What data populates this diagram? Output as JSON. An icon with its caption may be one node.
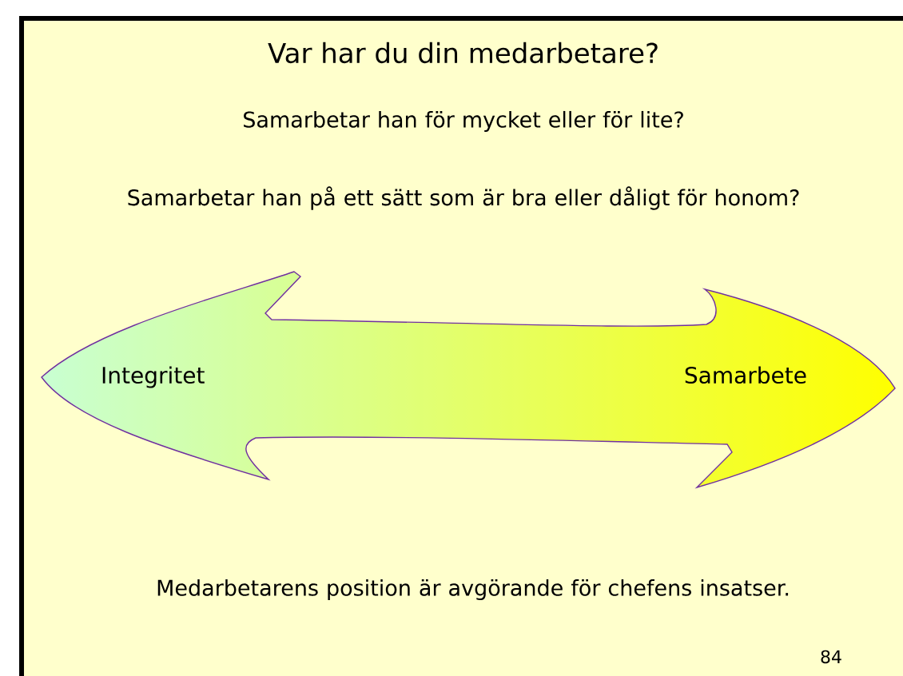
{
  "diagram": {
    "title": "Var har du din medarbetare?",
    "nodes": [
      {
        "text": [
          "Integritet",
          "Samarbete"
        ]
      }
    ],
    "labels": [
      "Samarbetar han för mycket eller för lite?",
      "Samarbetar han på ett sätt som är bra eller dåligt för honom?",
      "Medarbetarens position är avgörande för chefens insatser.",
      "84"
    ]
  }
}
